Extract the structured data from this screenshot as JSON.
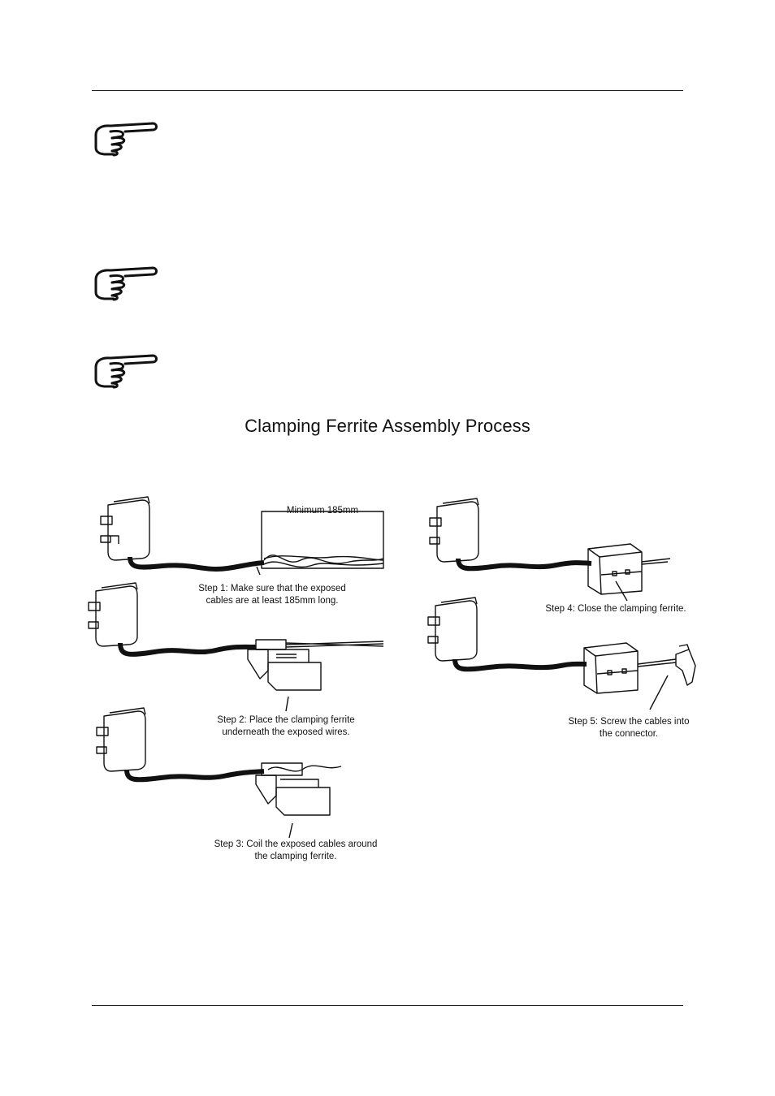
{
  "figure": {
    "title": "Clamping Ferrite Assembly Process",
    "dimension_label": "Minimum 185mm",
    "steps": [
      {
        "line1": "Step 1: Make sure that the exposed",
        "line2": "cables are at least 185mm long."
      },
      {
        "line1": "Step 2: Place the clamping ferrite",
        "line2": "underneath the exposed wires."
      },
      {
        "line1": "Step 3: Coil the exposed cables around",
        "line2": "the clamping ferrite."
      },
      {
        "line1": "Step 4: Close the clamping ferrite.",
        "line2": ""
      },
      {
        "line1": "Step 5: Screw the cables into",
        "line2": "the connector."
      }
    ]
  },
  "icons": [
    "pointing-hand-icon",
    "pointing-hand-icon",
    "pointing-hand-icon"
  ],
  "colors": {
    "ink": "#111111",
    "background": "#ffffff"
  }
}
